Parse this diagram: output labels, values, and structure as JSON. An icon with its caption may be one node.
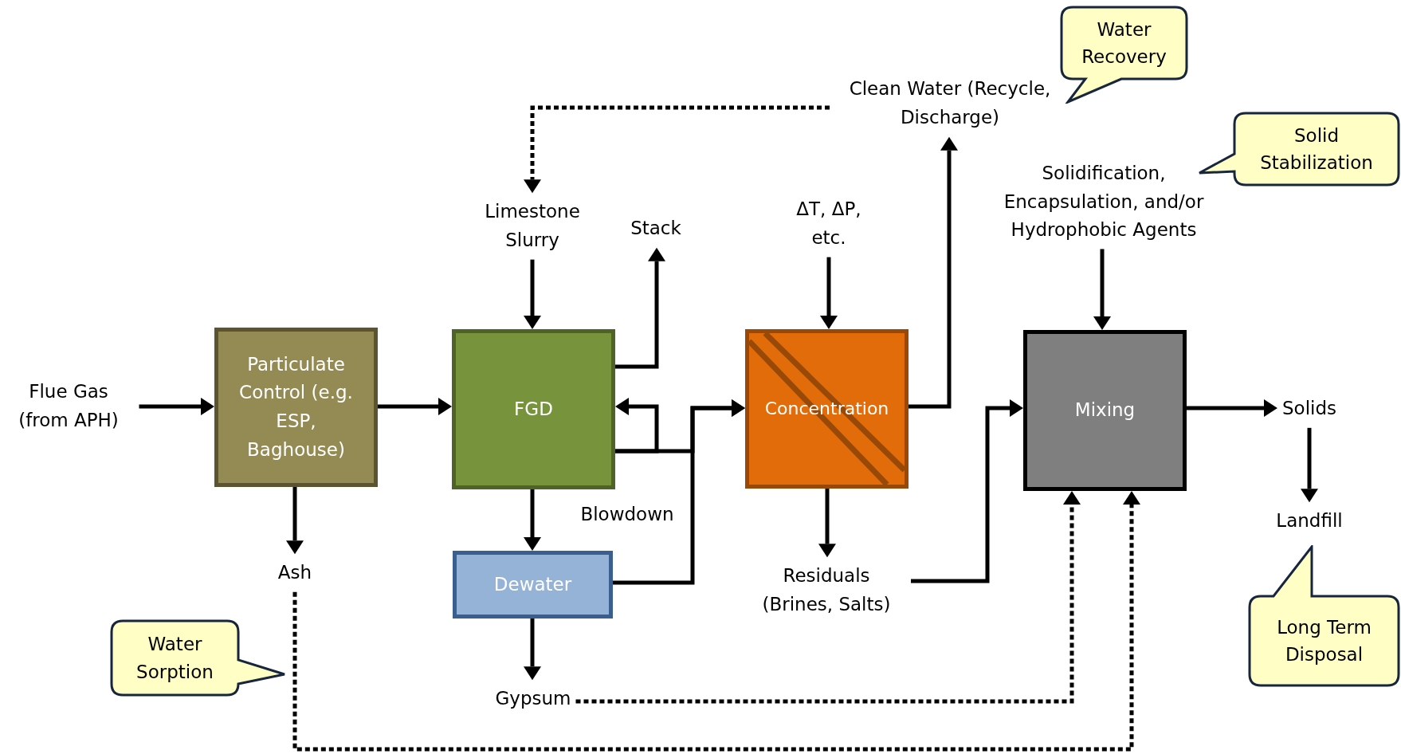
{
  "diagram": {
    "nodes": [
      {
        "text": [
          "Water Recovery"
        ]
      },
      {
        "text": [
          "Clean Water (Recycle, Discharge)"
        ]
      },
      {
        "text": [
          "Solid Stabilization"
        ]
      },
      {
        "text": [
          "Solidification, Encapsulation, and/or Hydrophobic Agents"
        ]
      },
      {
        "text": [
          "Limestone Slurry"
        ]
      },
      {
        "text": [
          "Stack"
        ]
      },
      {
        "text": [
          "ΔT, ΔP, etc."
        ]
      },
      {
        "text": [
          "Flue Gas (from APH)"
        ]
      },
      {
        "text": [
          "Particulate Control (e.g. ESP, Baghouse)"
        ]
      },
      {
        "text": [
          "FGD"
        ]
      },
      {
        "text": [
          "Concentration"
        ]
      },
      {
        "text": [
          "Mixing"
        ]
      },
      {
        "text": [
          "Solids"
        ]
      },
      {
        "text": [
          "Landfill"
        ]
      },
      {
        "text": [
          "Dewater"
        ]
      },
      {
        "text": [
          "Ash"
        ]
      },
      {
        "text": [
          "Residuals (Brines, Salts)"
        ]
      },
      {
        "text": [
          "Long Term Disposal"
        ]
      },
      {
        "text": [
          "Water Sorption"
        ]
      },
      {
        "text": [
          "Gypsum"
        ]
      }
    ],
    "edges": [
      {
        "from": 7,
        "to": 8,
        "arrow": "to"
      },
      {
        "from": 8,
        "to": 9,
        "arrow": "to"
      },
      {
        "from": 4,
        "to": 9,
        "arrow": "to"
      },
      {
        "from": 9,
        "to": 5,
        "arrow": "to"
      },
      {
        "from": 6,
        "to": 10,
        "arrow": "to"
      },
      {
        "from": 3,
        "to": 11,
        "arrow": "to"
      },
      {
        "from": 10,
        "to": 1,
        "arrow": "to"
      },
      {
        "from": 1,
        "to": 4,
        "arrow": "to",
        "style": "dashed"
      },
      {
        "from": 9,
        "to": 10,
        "arrow": "to",
        "label": "Blowdown"
      },
      {
        "from": 9,
        "to": 9,
        "arrow": "to"
      },
      {
        "from": 14,
        "to": 10,
        "arrow": "to"
      },
      {
        "from": 9,
        "to": 14,
        "arrow": "to"
      },
      {
        "from": 14,
        "to": 19,
        "arrow": "to"
      },
      {
        "from": 8,
        "to": 15,
        "arrow": "to"
      },
      {
        "from": 10,
        "to": 16,
        "arrow": "to"
      },
      {
        "from": 16,
        "to": 11,
        "arrow": "to"
      },
      {
        "from": 19,
        "to": 11,
        "arrow": "to",
        "style": "dashed"
      },
      {
        "from": 15,
        "to": 11,
        "arrow": "to",
        "style": "dashed"
      },
      {
        "from": 11,
        "to": 12,
        "arrow": "to"
      },
      {
        "from": 12,
        "to": 13,
        "arrow": "to"
      }
    ]
  }
}
